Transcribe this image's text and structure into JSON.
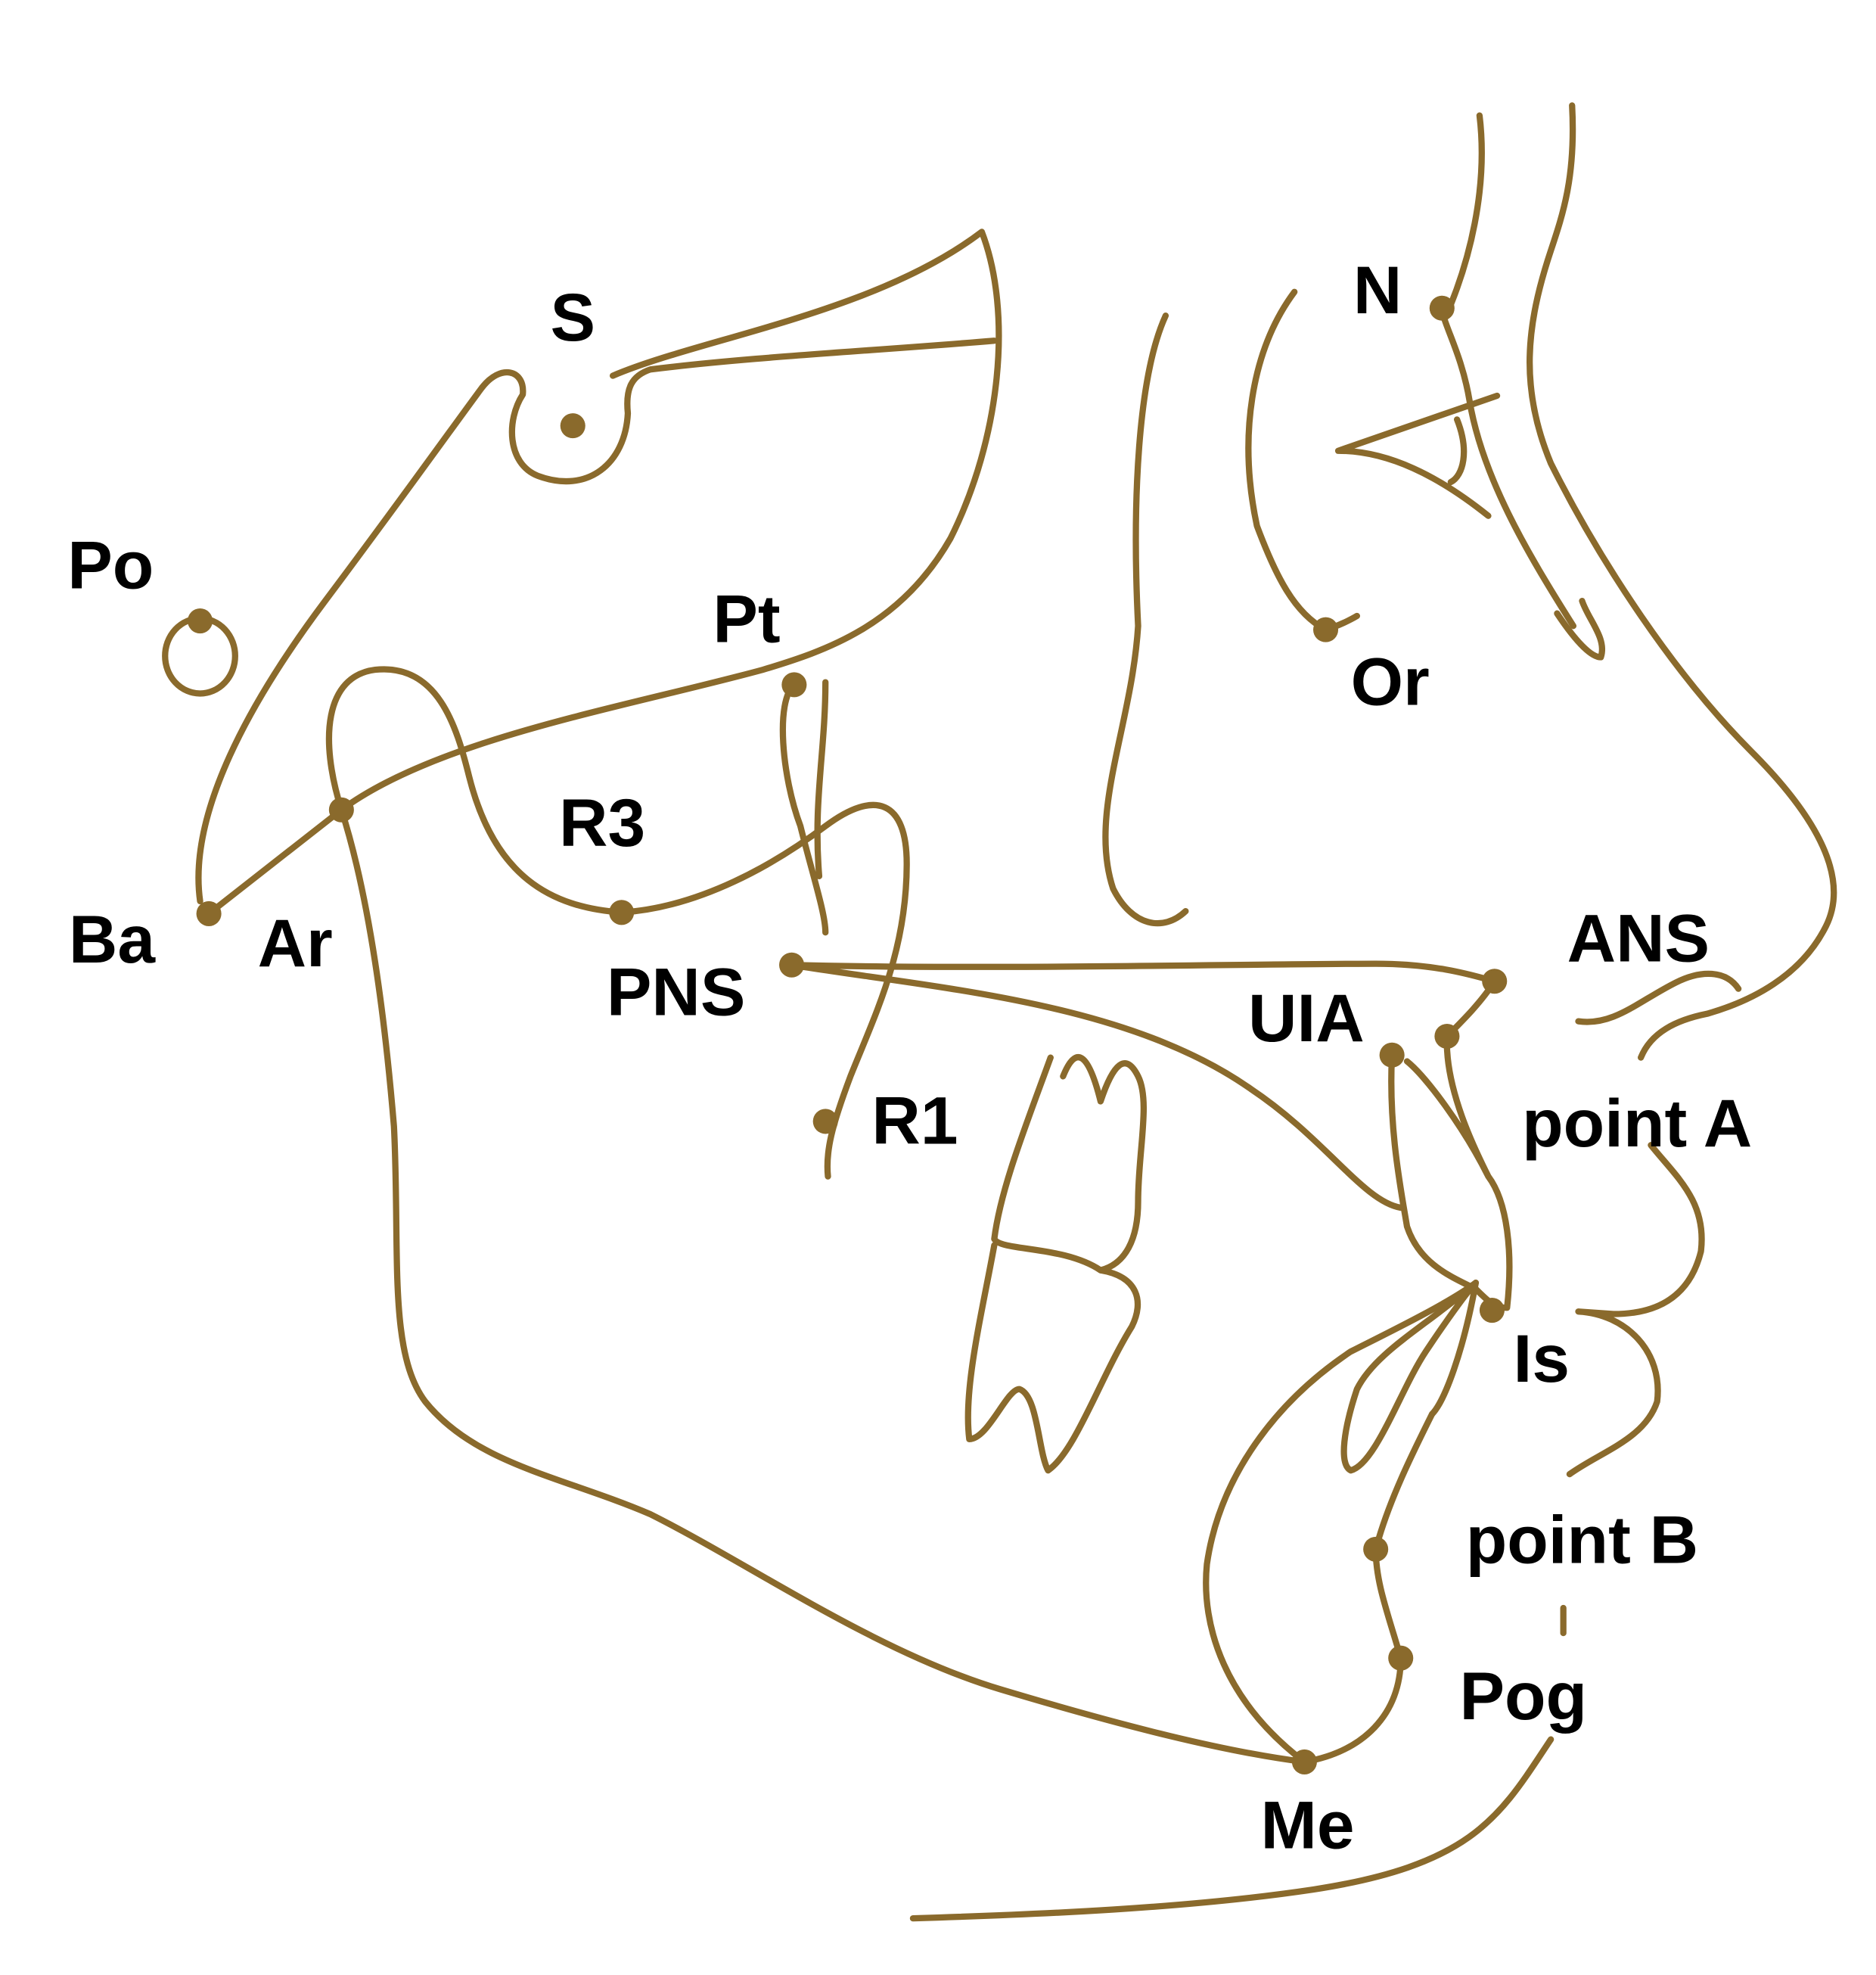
{
  "diagram": {
    "stroke_color": "#8a6a2c",
    "landmarks": {
      "S": "S",
      "N": "N",
      "Po": "Po",
      "Pt": "Pt",
      "Or": "Or",
      "R3": "R3",
      "Ba": "Ba",
      "Ar": "Ar",
      "PNS": "PNS",
      "ANS": "ANS",
      "UIA": "UIA",
      "R1": "R1",
      "pointA": "point A",
      "Is": "Is",
      "pointB": "point B",
      "Pog": "Pog",
      "Me": "Me"
    }
  }
}
